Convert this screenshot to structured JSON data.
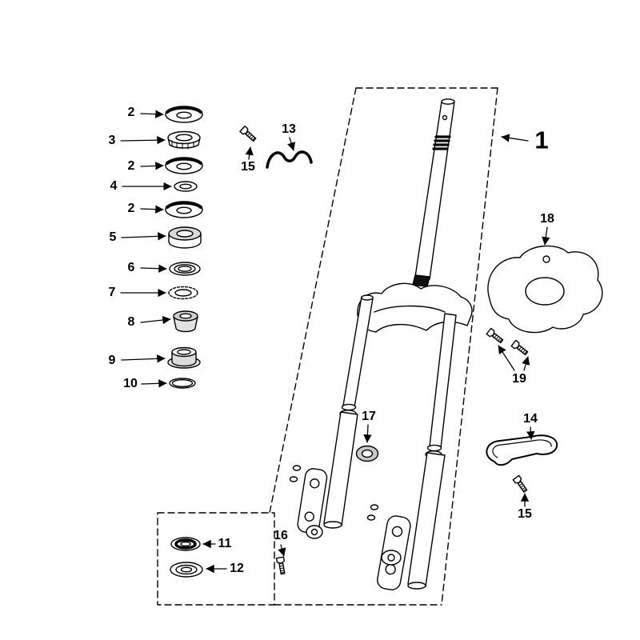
{
  "diagram": {
    "background": "#ffffff",
    "ink": "#000000",
    "shade": "#d8d8d8"
  },
  "callouts": [
    {
      "label": "2"
    },
    {
      "label": "3"
    },
    {
      "label": "2"
    },
    {
      "label": "4"
    },
    {
      "label": "2"
    },
    {
      "label": "5"
    },
    {
      "label": "6"
    },
    {
      "label": "7"
    },
    {
      "label": "8"
    },
    {
      "label": "9"
    },
    {
      "label": "10"
    },
    {
      "label": "13"
    },
    {
      "label": "15"
    },
    {
      "label": "1"
    },
    {
      "label": "18"
    },
    {
      "label": "19"
    },
    {
      "label": "14"
    },
    {
      "label": "15"
    },
    {
      "label": "17"
    },
    {
      "label": "16"
    },
    {
      "label": "11"
    },
    {
      "label": "12"
    }
  ]
}
